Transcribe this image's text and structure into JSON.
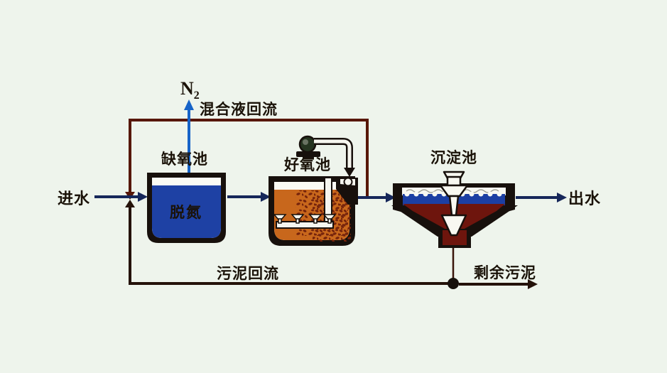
{
  "diagram": {
    "type": "wastewater-treatment-process-flow",
    "background_color": "#eef4ec",
    "labels": {
      "inflow": "进水",
      "n2_base": "N",
      "n2_sub": "2",
      "mixed_liquor_return": "混合液回流",
      "anoxic_tank": "缺氧池",
      "denitrification": "脱氮",
      "aerobic_tank": "好氧池",
      "settling_tank": "沉淀池",
      "outflow": "出水",
      "sludge_return": "污泥回流",
      "excess_sludge": "剩余污泥"
    },
    "colors": {
      "flow_arrow": "#16275a",
      "n2_arrow": "#1663c8",
      "mixed_liquor_line": "#571708",
      "sludge_line": "#241209",
      "anoxic_water": "#1e41a4",
      "aerobic_water": "#c8671c",
      "speckle": "#76240c",
      "clarifier_water": "#1c3fa3",
      "clarifier_sludge": "#6e150d",
      "tank_outline": "#17100c",
      "label_text": "#1a1208",
      "denitrification_text": "#0c1c55"
    }
  }
}
